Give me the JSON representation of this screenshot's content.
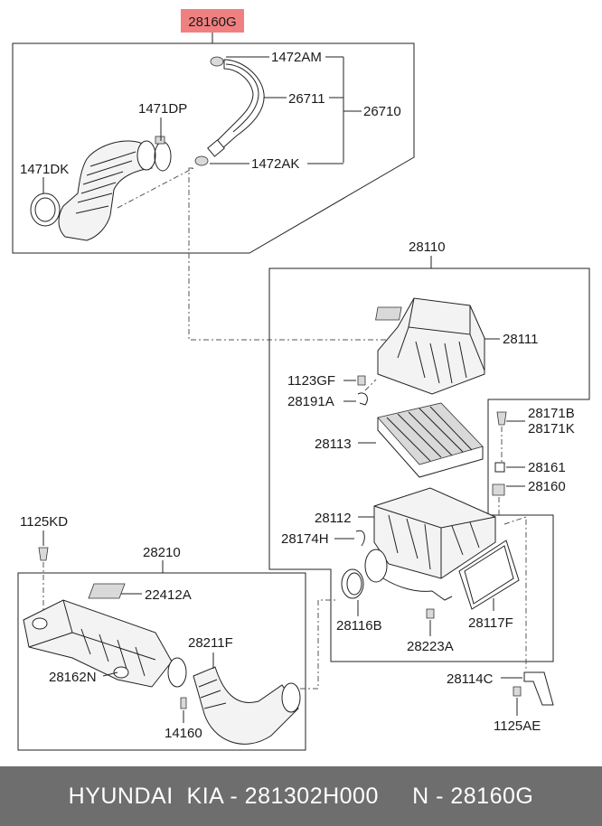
{
  "highlight": {
    "label": "28160G",
    "color": "#f08080"
  },
  "labels": {
    "l_1472AM": "1472AM",
    "l_26711": "26711",
    "l_26710": "26710",
    "l_1471DP": "1471DP",
    "l_1471DK": "1471DK",
    "l_1472AK": "1472AK",
    "l_28110": "28110",
    "l_28111": "28111",
    "l_1123GF": "1123GF",
    "l_28191A": "28191A",
    "l_28171B": "28171B",
    "l_28171K": "28171K",
    "l_28113": "28113",
    "l_28161": "28161",
    "l_28160": "28160",
    "l_28112": "28112",
    "l_28174H": "28174H",
    "l_1125KD": "1125KD",
    "l_28210": "28210",
    "l_22412A": "22412A",
    "l_28116B": "28116B",
    "l_28117F": "28117F",
    "l_28223A": "28223A",
    "l_28211F": "28211F",
    "l_28162N": "28162N",
    "l_28114C": "28114C",
    "l_14160": "14160",
    "l_1125AE": "1125AE"
  },
  "footer": {
    "text": "HYUNDAI  KIA - 281302H000     N - 28160G",
    "background": "#6e6e6e"
  }
}
